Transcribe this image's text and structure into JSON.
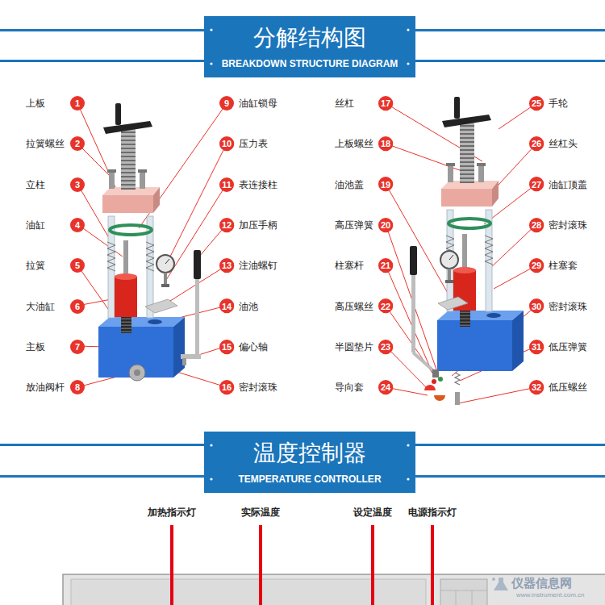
{
  "diagram": {
    "nodes": [
      {
        "text": [
          "分解结构图",
          "BREAKDOWN STRUCTURE DIAGRAM"
        ]
      },
      {
        "text": [
          "1"
        ]
      },
      {
        "text": [
          "2"
        ]
      },
      {
        "text": [
          "3"
        ]
      },
      {
        "text": [
          "4"
        ]
      },
      {
        "text": [
          "5"
        ]
      },
      {
        "text": [
          "6"
        ]
      },
      {
        "text": [
          "7"
        ]
      },
      {
        "text": [
          "8"
        ]
      },
      {
        "text": [
          "9"
        ]
      },
      {
        "text": [
          "10"
        ]
      },
      {
        "text": [
          "11"
        ]
      },
      {
        "text": [
          "12"
        ]
      },
      {
        "text": [
          "13"
        ]
      },
      {
        "text": [
          "14"
        ]
      },
      {
        "text": [
          "15"
        ]
      },
      {
        "text": [
          "16"
        ]
      },
      {
        "text": [
          "17"
        ]
      },
      {
        "text": [
          "18"
        ]
      },
      {
        "text": [
          "19"
        ]
      },
      {
        "text": [
          "20"
        ]
      },
      {
        "text": [
          "21"
        ]
      },
      {
        "text": [
          "22"
        ]
      },
      {
        "text": [
          "23"
        ]
      },
      {
        "text": [
          "24"
        ]
      },
      {
        "text": [
          "25"
        ]
      },
      {
        "text": [
          "26"
        ]
      },
      {
        "text": [
          "27"
        ]
      },
      {
        "text": [
          "28"
        ]
      },
      {
        "text": [
          "29"
        ]
      },
      {
        "text": [
          "30"
        ]
      },
      {
        "text": [
          "31"
        ]
      },
      {
        "text": [
          "32"
        ]
      },
      {
        "text": [
          "温度控制器",
          "TEMPERATURE CONTROLLER"
        ]
      }
    ],
    "labels": [
      "上板",
      "拉簧螺丝",
      "立柱",
      "油缸",
      "拉簧",
      "大油缸",
      "主板",
      "放油阀杆",
      "油缸锁母",
      "压力表",
      "表连接柱",
      "加压手柄",
      "注油螺钉",
      "油池",
      "偏心轴",
      "密封滚珠",
      "丝杠",
      "上板螺丝",
      "油池盖",
      "高压弹簧",
      "柱塞杆",
      "高压螺丝",
      "半圆垫片",
      "导向套",
      "手轮",
      "丝杠头",
      "油缸顶盖",
      "密封滚珠",
      "柱塞套",
      "密封滚珠",
      "低压弹簧",
      "低压螺丝",
      "加热指示灯",
      "实际温度",
      "设定温度",
      "电源指示灯",
      "仪器信息网",
      "www.instrument.com.cn"
    ]
  }
}
